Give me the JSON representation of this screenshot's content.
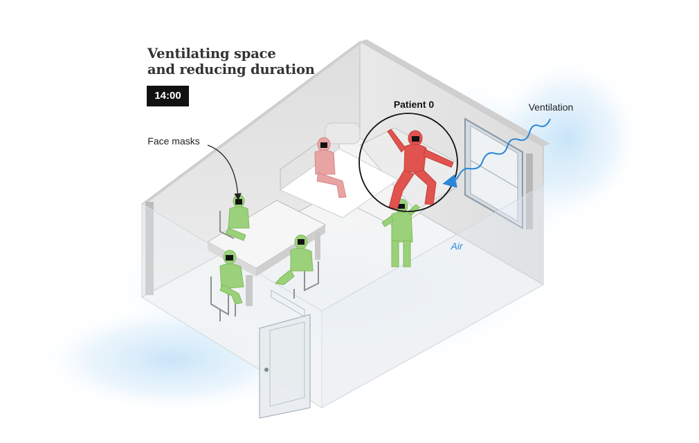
{
  "title": {
    "line1": "Ventilating space",
    "line2": "and reducing duration"
  },
  "time_badge": "14:00",
  "labels": {
    "patient_zero": "Patient 0",
    "ventilation": "Ventilation",
    "face_masks": "Face masks",
    "air": "Air"
  },
  "colors": {
    "infected": "#e0534f",
    "healthy": "#9bd17a",
    "exposed": "#e8a3a3",
    "air": "#2a86d8",
    "badge": "#111111"
  }
}
